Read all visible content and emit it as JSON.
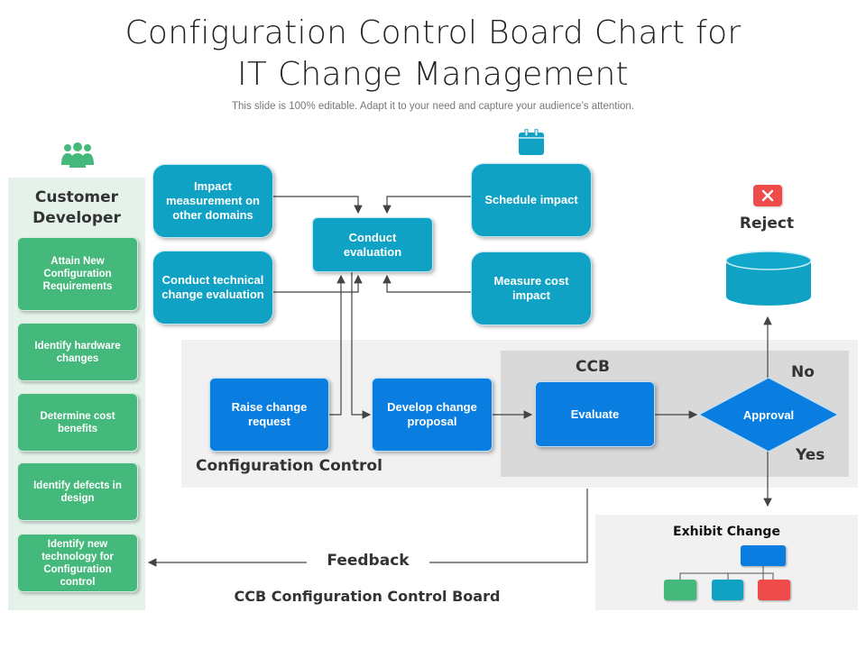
{
  "header": {
    "title_line1": "Configuration Control Board Chart for",
    "title_line2": "IT Change Management",
    "subtitle": "This slide is 100% editable. Adapt it to your need and capture your audience’s attention."
  },
  "left_panel": {
    "icon": "people-group-icon",
    "heading_line1": "Customer",
    "heading_line2": "Developer",
    "items": [
      "Attain New Configuration Requirements",
      "Identify hardware changes",
      "Determine cost benefits",
      "Identify defects in design",
      "Identify new technology for Configuration control"
    ]
  },
  "evaluation": {
    "impact_measurement": "Impact measurement on other domains",
    "technical_evaluation": "Conduct technical change evaluation",
    "conduct_evaluation": "Conduct evaluation",
    "schedule_icon": "calendar-icon",
    "schedule_impact": "Schedule impact",
    "measure_cost": "Measure cost impact"
  },
  "reject": {
    "icon": "close-icon",
    "label": "Reject",
    "shape": "database-cylinder-icon"
  },
  "configuration_control": {
    "label": "Configuration Control",
    "raise_request": "Raise change request",
    "develop_proposal": "Develop change proposal"
  },
  "ccb": {
    "label": "CCB",
    "evaluate": "Evaluate",
    "approval": "Approval",
    "no_label": "No",
    "yes_label": "Yes"
  },
  "exhibit": {
    "label": "Exhibit Change"
  },
  "footer": {
    "feedback": "Feedback",
    "ccb_full": "CCB Configuration Control Board"
  },
  "colors": {
    "green": "#45b97c",
    "teal": "#10a2c4",
    "blue": "#0a7ee0",
    "red": "#f04b4b"
  }
}
